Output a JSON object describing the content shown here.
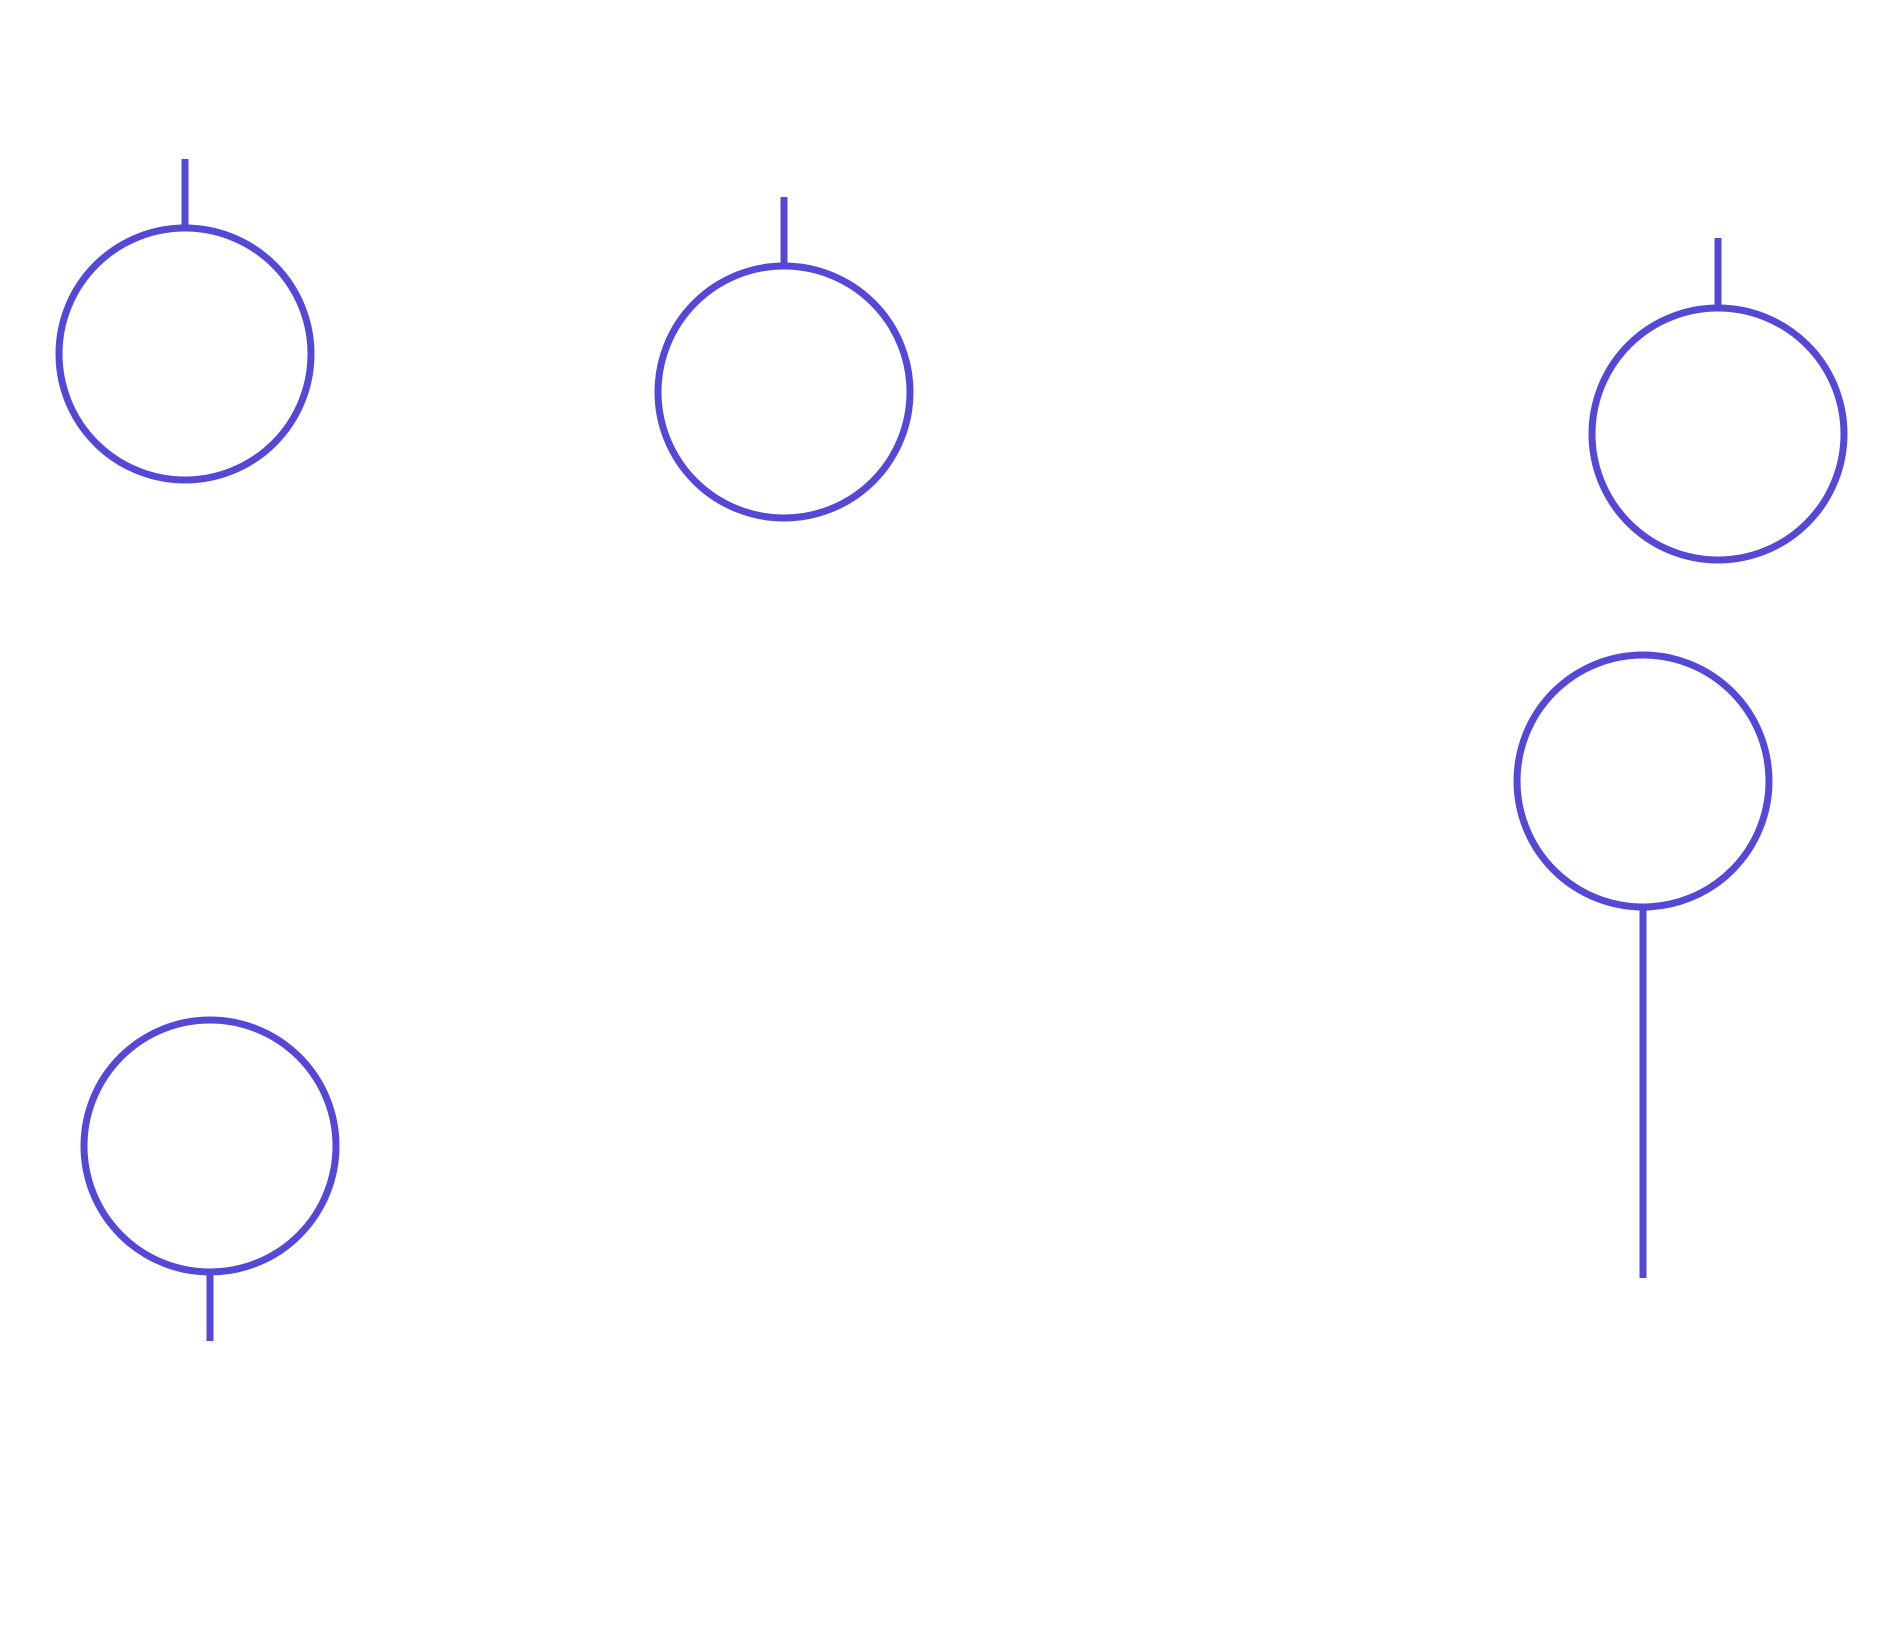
{
  "diagram": {
    "stroke_color": "#5548d6",
    "background": "#ffffff",
    "shapes": [
      {
        "name": "pin-top-left",
        "icon": "circle-with-stem-up",
        "stem_direction": "up"
      },
      {
        "name": "pin-top-middle",
        "icon": "circle-with-stem-up",
        "stem_direction": "up"
      },
      {
        "name": "pin-top-right",
        "icon": "circle-with-stem-up",
        "stem_direction": "up"
      },
      {
        "name": "pin-middle-right",
        "icon": "circle-with-long-stem-down",
        "stem_direction": "down"
      },
      {
        "name": "pin-bottom-left",
        "icon": "circle-with-stem-down",
        "stem_direction": "down"
      }
    ]
  }
}
